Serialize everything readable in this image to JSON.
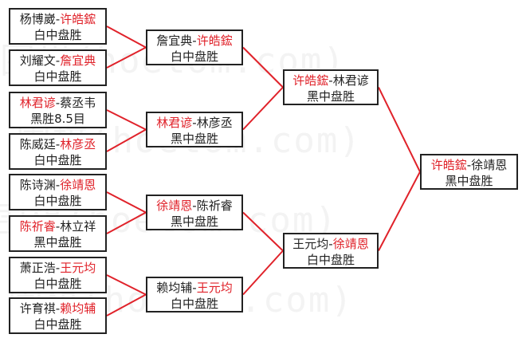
{
  "watermark": "围棋(hoetom.com)",
  "colors": {
    "winner": "#e0222a",
    "line": "#e0222a",
    "border": "#222222"
  },
  "rounds": [
    [
      {
        "players": [
          "杨博崴",
          "许皓鋐"
        ],
        "winner": 1,
        "result": "白中盘胜"
      },
      {
        "players": [
          "刘耀文",
          "詹宜典"
        ],
        "winner": 1,
        "result": "白中盘胜"
      },
      {
        "players": [
          "林君谚",
          "蔡丞韦"
        ],
        "winner": 0,
        "result": "黑胜8.5目"
      },
      {
        "players": [
          "陈威廷",
          "林彦丞"
        ],
        "winner": 1,
        "result": "白中盘胜"
      },
      {
        "players": [
          "陈诗渊",
          "徐靖恩"
        ],
        "winner": 1,
        "result": "白中盘胜"
      },
      {
        "players": [
          "陈祈睿",
          "林立祥"
        ],
        "winner": 0,
        "result": "黑中盘胜"
      },
      {
        "players": [
          "萧正浩",
          "王元均"
        ],
        "winner": 1,
        "result": "白中盘胜"
      },
      {
        "players": [
          "许育祺",
          "赖均辅"
        ],
        "winner": 1,
        "result": "白中盘胜"
      }
    ],
    [
      {
        "players": [
          "詹宜典",
          "许皓鋐"
        ],
        "winner": 1,
        "result": "白中盘胜"
      },
      {
        "players": [
          "林君谚",
          "林彦丞"
        ],
        "winner": 0,
        "result": "黑中盘胜"
      },
      {
        "players": [
          "徐靖恩",
          "陈祈睿"
        ],
        "winner": 0,
        "result": "黑中盘胜"
      },
      {
        "players": [
          "赖均辅",
          "王元均"
        ],
        "winner": 1,
        "result": "白中盘胜"
      }
    ],
    [
      {
        "players": [
          "许皓鋐",
          "林君谚"
        ],
        "winner": 0,
        "result": "黑中盘胜"
      },
      {
        "players": [
          "王元均",
          "徐靖恩"
        ],
        "winner": 1,
        "result": "白中盘胜"
      }
    ],
    [
      {
        "players": [
          "许皓鋐",
          "徐靖恩"
        ],
        "winner": 0,
        "result": "黑中盘胜"
      }
    ]
  ]
}
